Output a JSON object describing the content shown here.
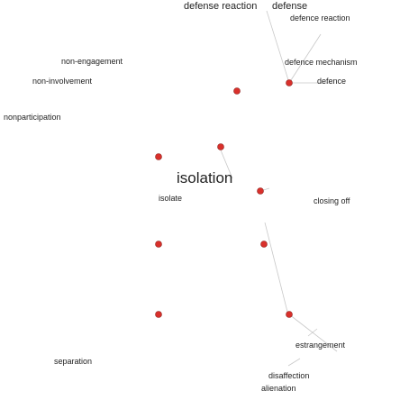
{
  "graph": {
    "center": {
      "label": "isolation"
    },
    "labels": {
      "defense_reaction": "defense reaction",
      "defense": "defense",
      "defence_reaction": "defence reaction",
      "defence_mechanism": "defence mechanism",
      "defence": "defence",
      "non_engagement": "non-engagement",
      "non_involvement": "non-involvement",
      "nonparticipation": "nonparticipation",
      "isolate": "isolate",
      "closing_off": "closing off",
      "estrangement": "estrangement",
      "separation": "separation",
      "disaffection": "disaffection",
      "alienation": "alienation"
    }
  },
  "colors": {
    "node": "#d9302b",
    "edge": "#c8c8c8",
    "text": "#222222"
  }
}
